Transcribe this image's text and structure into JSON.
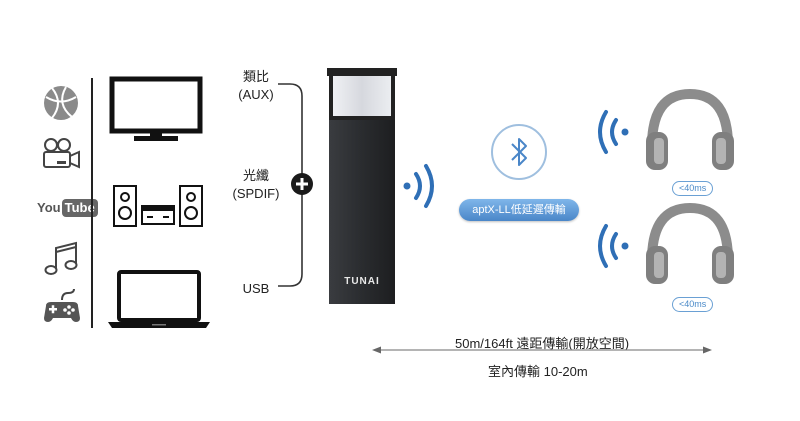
{
  "inputs": {
    "aux_line1": "類比",
    "aux_line2": "(AUX)",
    "spdif_line1": "光纖",
    "spdif_line2": "(SPDIF)",
    "usb": "USB"
  },
  "sources": {
    "youtube_you": "You",
    "youtube_tube": "Tube"
  },
  "device": {
    "brand": "TUNAI"
  },
  "codec": {
    "label": "aptX-LL低延遲傳輸"
  },
  "headphones": {
    "latency_1": "<40ms",
    "latency_2": "<40ms"
  },
  "range": {
    "long": "50m/164ft 遠距傳輸(開放空間)",
    "indoor": "室內傳輸 10-20m"
  },
  "colors": {
    "accent_blue": "#2f6fb6",
    "device_dark": "#2e3033"
  }
}
